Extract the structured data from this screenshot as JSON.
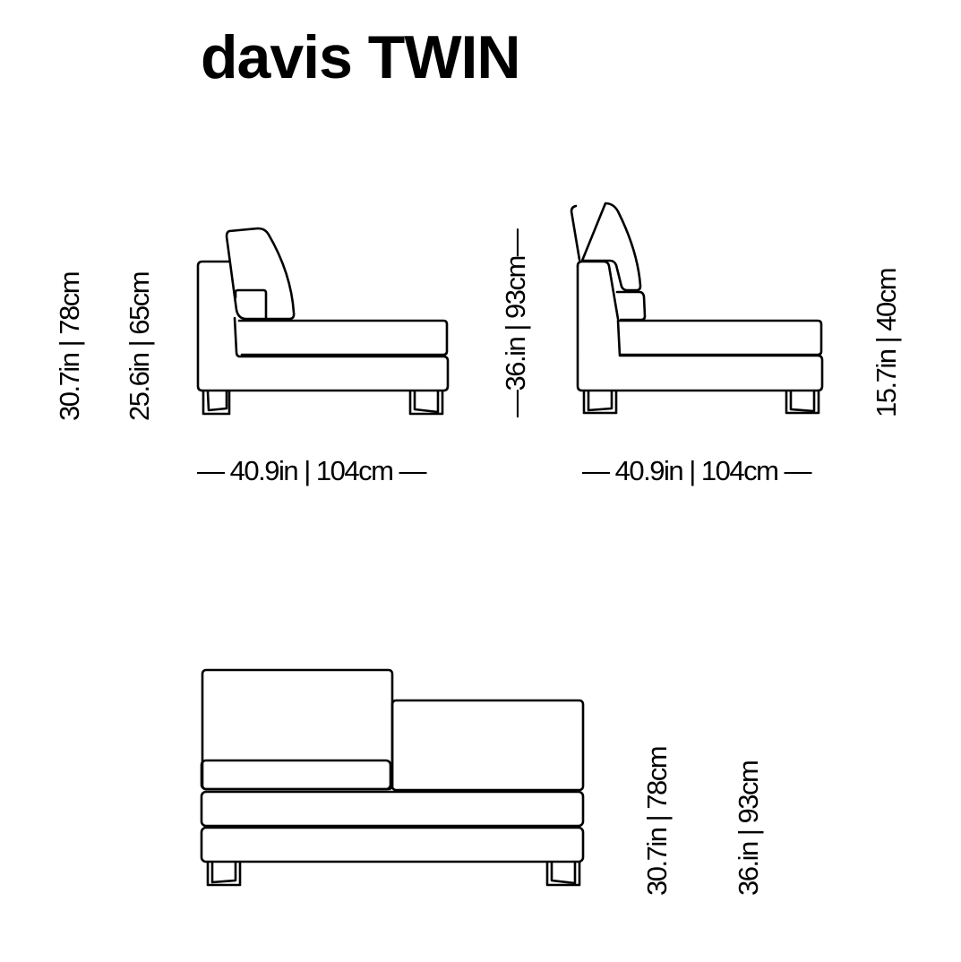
{
  "title": "davis TWIN",
  "side_view_left": {
    "height_overall": "30.7in | 78cm",
    "height_back": "25.6in | 65cm",
    "width": "— 40.9in | 104cm —"
  },
  "side_view_right": {
    "height_overall": "—36.in | 93cm—",
    "seat_height": "15.7in | 40cm",
    "width": "— 40.9in | 104cm —"
  },
  "front_view": {
    "height_low": "30.7in | 78cm",
    "height_high": "36.in | 93cm"
  },
  "colors": {
    "line": "#000000",
    "background": "#ffffff"
  }
}
